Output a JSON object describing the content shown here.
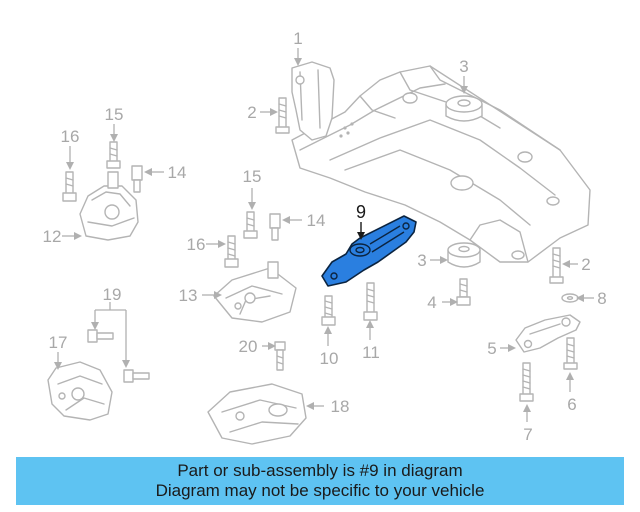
{
  "callouts": {
    "c1": "1",
    "c2a": "2",
    "c2b": "2",
    "c3a": "3",
    "c3b": "3",
    "c4": "4",
    "c5": "5",
    "c6": "6",
    "c7": "7",
    "c8": "8",
    "c9": "9",
    "c10": "10",
    "c11": "11",
    "c12": "12",
    "c13": "13",
    "c14a": "14",
    "c14b": "14",
    "c15a": "15",
    "c15b": "15",
    "c16a": "16",
    "c16b": "16",
    "c17": "17",
    "c18": "18",
    "c19": "19",
    "c20": "20"
  },
  "banner": {
    "line1": "Part or sub-assembly is #9 in diagram",
    "line2": "Diagram may not be specific to your vehicle"
  },
  "colors": {
    "highlight_part": "#2a7fe0",
    "banner_background": "#5ec3f2",
    "diagram_lines": "#b4b4b4"
  }
}
